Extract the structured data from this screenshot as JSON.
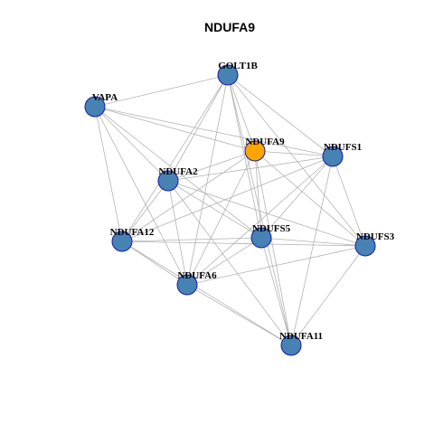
{
  "title": "NDUFA9",
  "colors": {
    "node_default": "#4682b4",
    "node_highlight": "#ffa500",
    "node_border": "#1a1aa6",
    "edge": "#b3b3b3"
  },
  "nodes": [
    {
      "id": "GOLT1B",
      "label": "GOLT1B",
      "highlight": false
    },
    {
      "id": "VAPA",
      "label": "VAPA",
      "highlight": false
    },
    {
      "id": "NDUFA9",
      "label": "NDUFA9",
      "highlight": true
    },
    {
      "id": "NDUFS1",
      "label": "NDUFS1",
      "highlight": false
    },
    {
      "id": "NDUFA2",
      "label": "NDUFA2",
      "highlight": false
    },
    {
      "id": "NDUFA12",
      "label": "NDUFA12",
      "highlight": false
    },
    {
      "id": "NDUFS5",
      "label": "NDUFS5",
      "highlight": false
    },
    {
      "id": "NDUFS3",
      "label": "NDUFS3",
      "highlight": false
    },
    {
      "id": "NDUFA6",
      "label": "NDUFA6",
      "highlight": false
    },
    {
      "id": "NDUFA11",
      "label": "NDUFA11",
      "highlight": false
    }
  ],
  "edges": [
    [
      "GOLT1B",
      "VAPA"
    ],
    [
      "GOLT1B",
      "NDUFA9"
    ],
    [
      "GOLT1B",
      "NDUFS1"
    ],
    [
      "GOLT1B",
      "NDUFA2"
    ],
    [
      "GOLT1B",
      "NDUFA12"
    ],
    [
      "GOLT1B",
      "NDUFS5"
    ],
    [
      "GOLT1B",
      "NDUFS3"
    ],
    [
      "GOLT1B",
      "NDUFA6"
    ],
    [
      "GOLT1B",
      "NDUFA11"
    ],
    [
      "VAPA",
      "NDUFA9"
    ],
    [
      "VAPA",
      "NDUFS1"
    ],
    [
      "VAPA",
      "NDUFA2"
    ],
    [
      "VAPA",
      "NDUFA12"
    ],
    [
      "VAPA",
      "NDUFS5"
    ],
    [
      "VAPA",
      "NDUFA6"
    ],
    [
      "NDUFA9",
      "NDUFS1"
    ],
    [
      "NDUFA9",
      "NDUFA2"
    ],
    [
      "NDUFA9",
      "NDUFA12"
    ],
    [
      "NDUFA9",
      "NDUFS5"
    ],
    [
      "NDUFA9",
      "NDUFS3"
    ],
    [
      "NDUFA9",
      "NDUFA6"
    ],
    [
      "NDUFA9",
      "NDUFA11"
    ],
    [
      "NDUFS1",
      "NDUFA2"
    ],
    [
      "NDUFS1",
      "NDUFA12"
    ],
    [
      "NDUFS1",
      "NDUFS5"
    ],
    [
      "NDUFS1",
      "NDUFS3"
    ],
    [
      "NDUFS1",
      "NDUFA6"
    ],
    [
      "NDUFS1",
      "NDUFA11"
    ],
    [
      "NDUFA2",
      "NDUFA12"
    ],
    [
      "NDUFA2",
      "NDUFS5"
    ],
    [
      "NDUFA2",
      "NDUFS3"
    ],
    [
      "NDUFA2",
      "NDUFA6"
    ],
    [
      "NDUFA2",
      "NDUFA11"
    ],
    [
      "NDUFA12",
      "NDUFS5"
    ],
    [
      "NDUFA12",
      "NDUFS3"
    ],
    [
      "NDUFA12",
      "NDUFA6"
    ],
    [
      "NDUFA12",
      "NDUFA11"
    ],
    [
      "NDUFS5",
      "NDUFS3"
    ],
    [
      "NDUFS5",
      "NDUFA6"
    ],
    [
      "NDUFS5",
      "NDUFA11"
    ],
    [
      "NDUFS3",
      "NDUFA6"
    ],
    [
      "NDUFS3",
      "NDUFA11"
    ],
    [
      "NDUFA6",
      "NDUFA11"
    ]
  ]
}
